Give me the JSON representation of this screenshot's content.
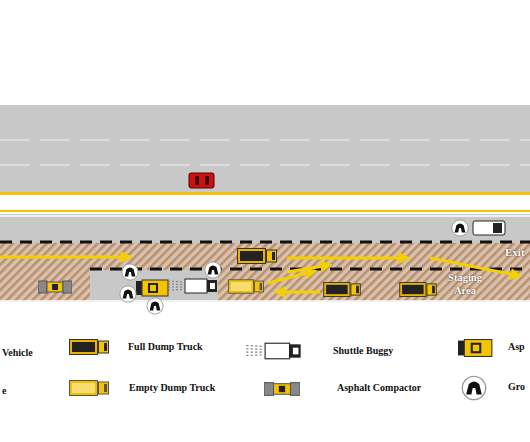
{
  "diagram": {
    "labels": [
      "Staging Area",
      "Exit"
    ],
    "legend": [
      {
        "text": "Vehicle"
      },
      {
        "text": "Full Dump Truck"
      },
      {
        "text": "Shuttle Buggy"
      },
      {
        "text": "Asp"
      },
      {
        "text": "e"
      },
      {
        "text": "Empty Dump Truck"
      },
      {
        "text": "Asphalt Compactor"
      },
      {
        "text": "Gro"
      }
    ]
  }
}
